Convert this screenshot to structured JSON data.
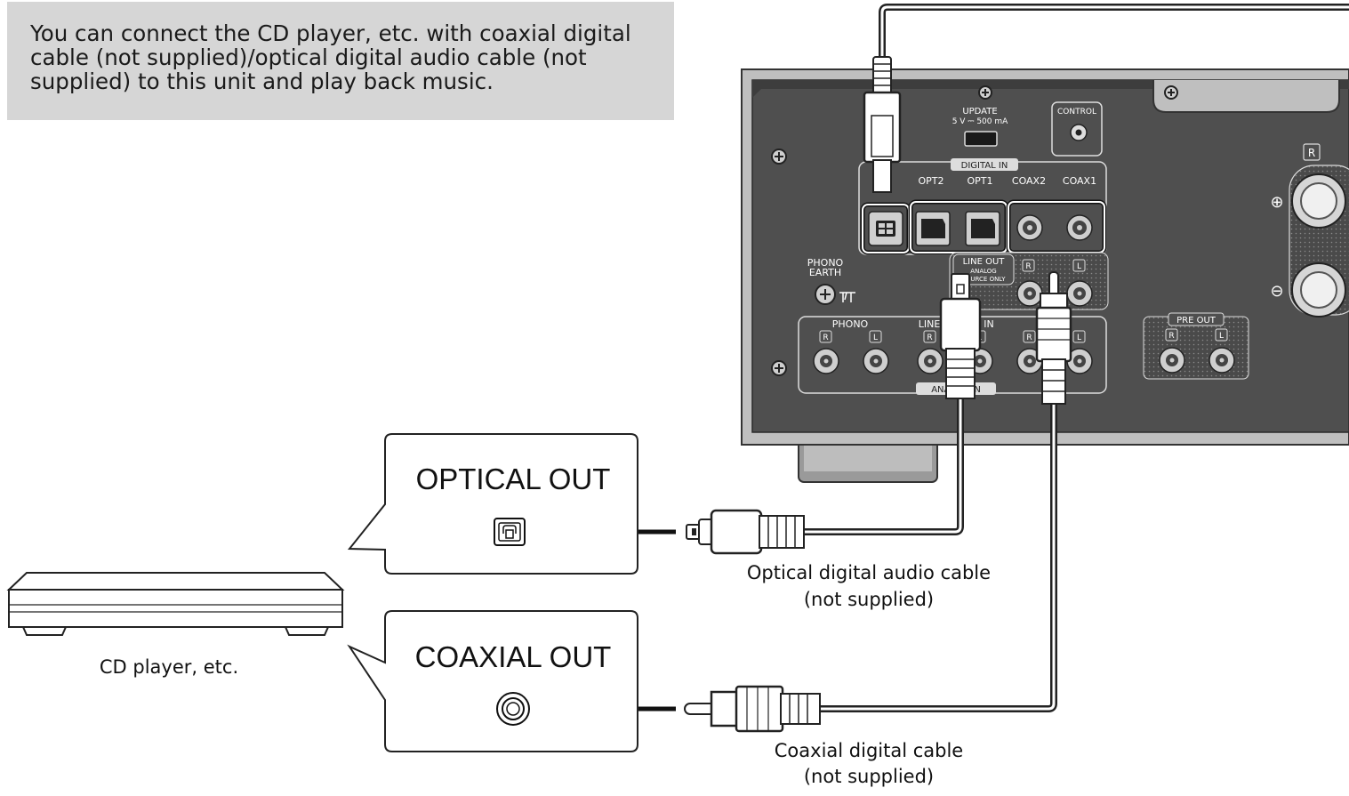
{
  "intro": "You can connect the CD player, etc. with coaxial digital cable (not supplied)/optical digital audio cable (not supplied) to this unit and play back music.",
  "panel": {
    "update": "UPDATE",
    "update_spec": "5 V ⎓ 500 mA",
    "control": "CONTROL",
    "digital_in": "DIGITAL IN",
    "opt2": "OPT2",
    "opt1": "OPT1",
    "coax2": "COAX2",
    "coax1": "COAX1",
    "phono_earth_1": "PHONO",
    "phono_earth_2": "EARTH",
    "line_out": "LINE OUT",
    "analog_source_1": "ANALOG",
    "analog_source_2": "SOURCE ONLY",
    "phono": "PHONO",
    "line": "LINE",
    "in": "IN",
    "analog_in": "ANALOG IN",
    "pre_out": "PRE OUT",
    "ch_r": "R",
    "ch_l": "L",
    "plus": "⊕",
    "minus": "⊖"
  },
  "callouts": {
    "optical_out": "OPTICAL OUT",
    "coaxial_out": "COAXIAL OUT"
  },
  "labels": {
    "cd_player": "CD player, etc.",
    "optical_cable_1": "Optical digital audio cable",
    "optical_cable_2": "(not supplied)",
    "coaxial_cable_1": "Coaxial digital cable",
    "coaxial_cable_2": "(not supplied)"
  }
}
